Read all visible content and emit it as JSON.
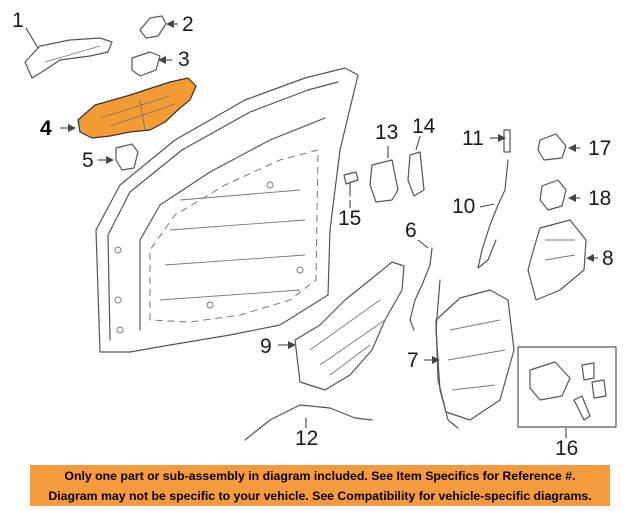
{
  "callouts": {
    "c1": "1",
    "c2": "2",
    "c3": "3",
    "c4": "4",
    "c5": "5",
    "c6": "6",
    "c7": "7",
    "c8": "8",
    "c9": "9",
    "c10": "10",
    "c11": "11",
    "c12": "12",
    "c13": "13",
    "c14": "14",
    "c15": "15",
    "c16": "16",
    "c17": "17",
    "c18": "18"
  },
  "highlighted_part": "4",
  "colors": {
    "highlight": "#f49a33",
    "banner": "#f59a3d",
    "line": "#555555"
  },
  "notice": {
    "line1": "Only one part or sub-assembly in diagram included. See Item Specifics for Reference #.",
    "line2": "Diagram may not be specific to your vehicle. See Compatibility for vehicle-specific diagrams."
  }
}
